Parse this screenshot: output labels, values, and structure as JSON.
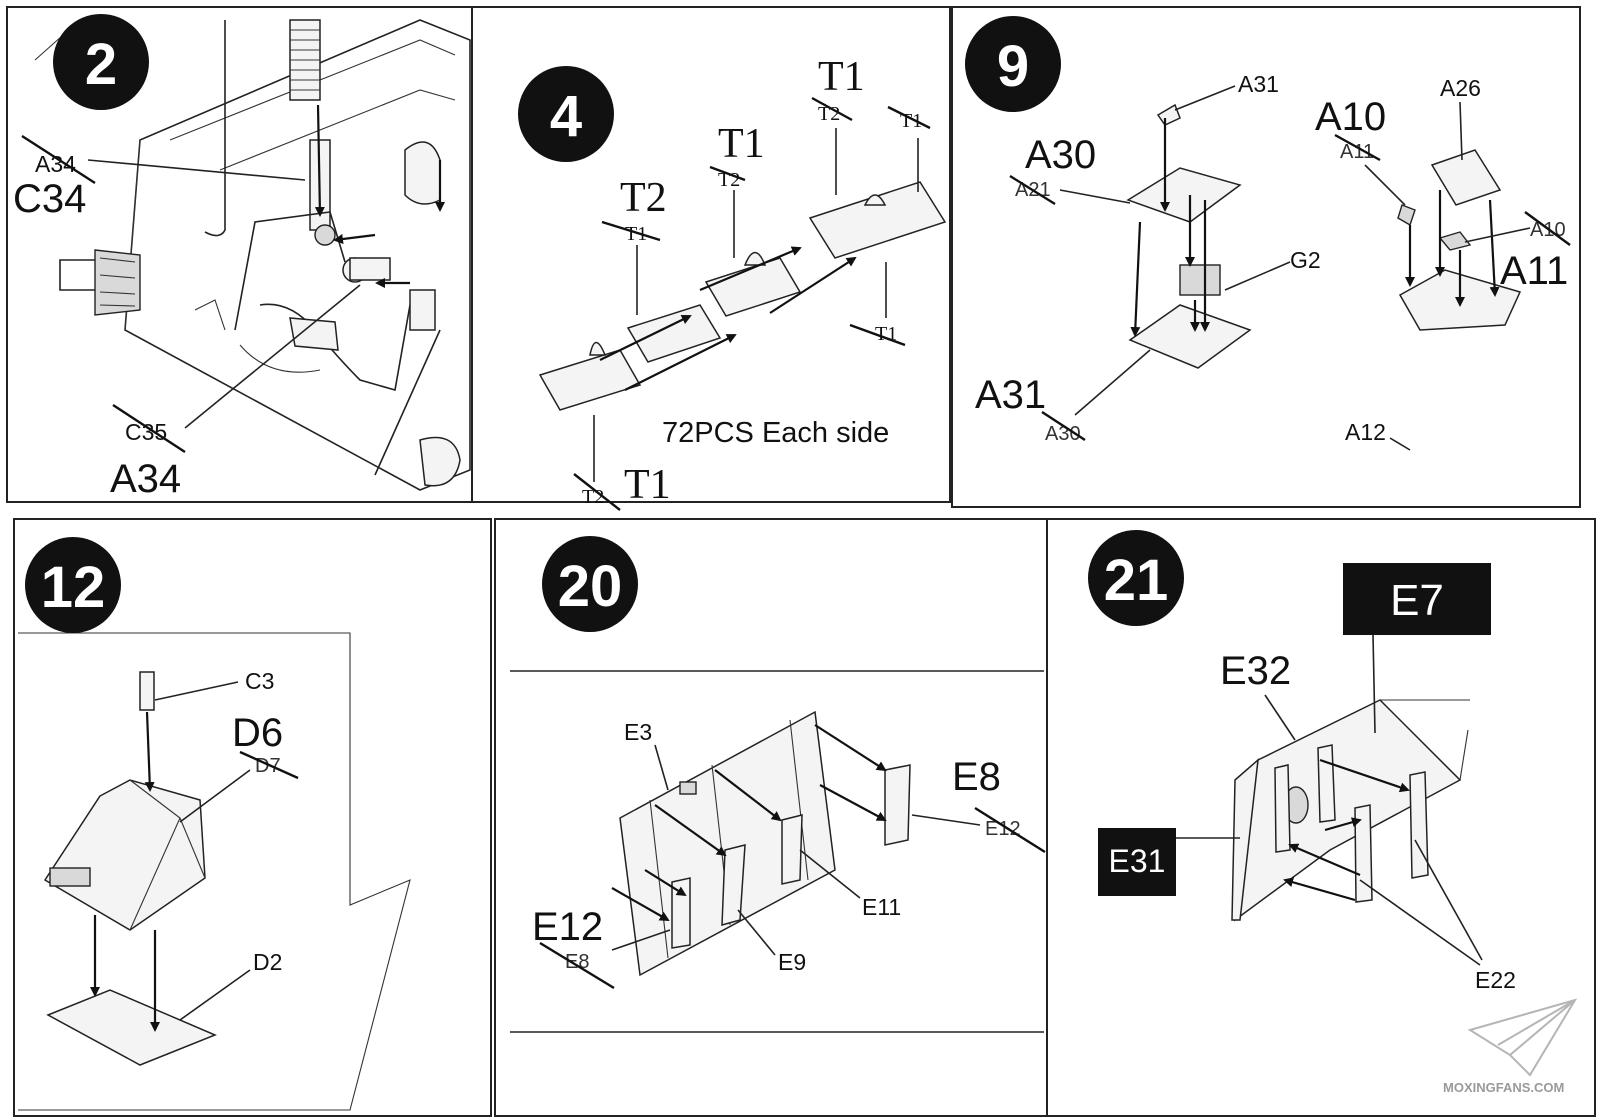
{
  "steps": {
    "s2": {
      "number": "2",
      "labels": {
        "a34_old": "A34",
        "c34": "C34",
        "c35_old": "C35",
        "a34": "A34"
      }
    },
    "s4": {
      "number": "4",
      "labels": {
        "t2_big": "T2",
        "t1_small": "T1",
        "t1_mid": "T1",
        "t2_mid_small": "T2",
        "t1_top": "T1",
        "t2_top_small": "T2",
        "t1_top_right": "T1",
        "t1_right_bottom": "T1",
        "t2_bottom_small": "T2",
        "t1_bottom": "T1"
      },
      "note": "72PCS Each side"
    },
    "s9": {
      "number": "9",
      "labels": {
        "a31_top": "A31",
        "a30": "A30",
        "a21_old": "A21",
        "g2": "G2",
        "a31_big": "A31",
        "a30_old": "A30",
        "a10_big": "A10",
        "a11_old": "A11",
        "a26": "A26",
        "a10_old": "A10",
        "a11_big": "A11",
        "a12": "A12"
      }
    },
    "s12": {
      "number": "12",
      "labels": {
        "c3": "C3",
        "d6": "D6",
        "d7_old": "D7",
        "d2": "D2"
      }
    },
    "s20": {
      "number": "20",
      "labels": {
        "e3": "E3",
        "e8_big": "E8",
        "e12_old": "E12",
        "e11": "E11",
        "e12_big": "E12",
        "e8_old": "E8",
        "e9": "E9"
      }
    },
    "s21": {
      "number": "21",
      "labels": {
        "e7": "E7",
        "e32": "E32",
        "e31": "E31",
        "e22": "E22"
      }
    }
  },
  "watermark": "MOXINGFANS.COM"
}
